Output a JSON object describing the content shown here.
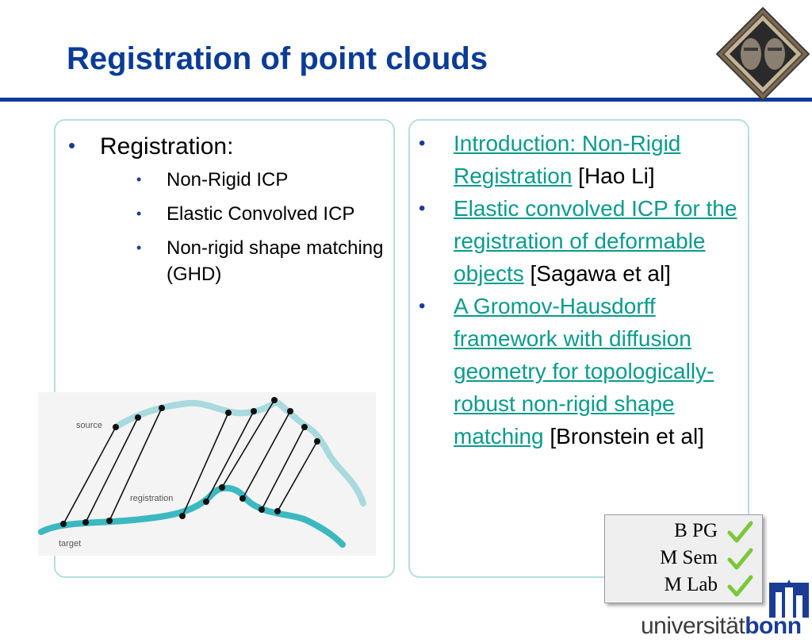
{
  "slide": {
    "title": "Registration of point clouds"
  },
  "left_panel": {
    "heading": "Registration:",
    "items": [
      "Non-Rigid ICP",
      "Elastic Convolved ICP",
      "Non-rigid shape matching (GHD)"
    ],
    "diagram": {
      "label_source": "source",
      "label_registration": "registration",
      "label_target": "target",
      "colors": {
        "target": "#3cb8c0",
        "source": "#9cd8dc",
        "points": "#000000"
      }
    }
  },
  "right_panel": {
    "refs": [
      {
        "link": "Introduction: Non-Rigid Registration",
        "cite": " [Hao Li]"
      },
      {
        "link": "Elastic convolved ICP for the registration of deformable objects",
        "cite": " [Sagawa et al]"
      },
      {
        "link": "A Gromov-Hausdorff framework with diffusion geometry for topologically-robust non-rigid shape matching",
        "cite": " [Bronstein et al]"
      }
    ]
  },
  "tags": [
    {
      "label": "B PG",
      "icon": "check-icon"
    },
    {
      "label": "M Sem",
      "icon": "check-icon"
    },
    {
      "label": "M Lab",
      "icon": "check-icon"
    }
  ],
  "university": {
    "name_part": "universität",
    "name_bold": "bonn"
  },
  "colors": {
    "title": "#0a3c96",
    "link": "#0a9b8c",
    "panel_border": "#b6dde2",
    "check": "#7ac83a"
  }
}
